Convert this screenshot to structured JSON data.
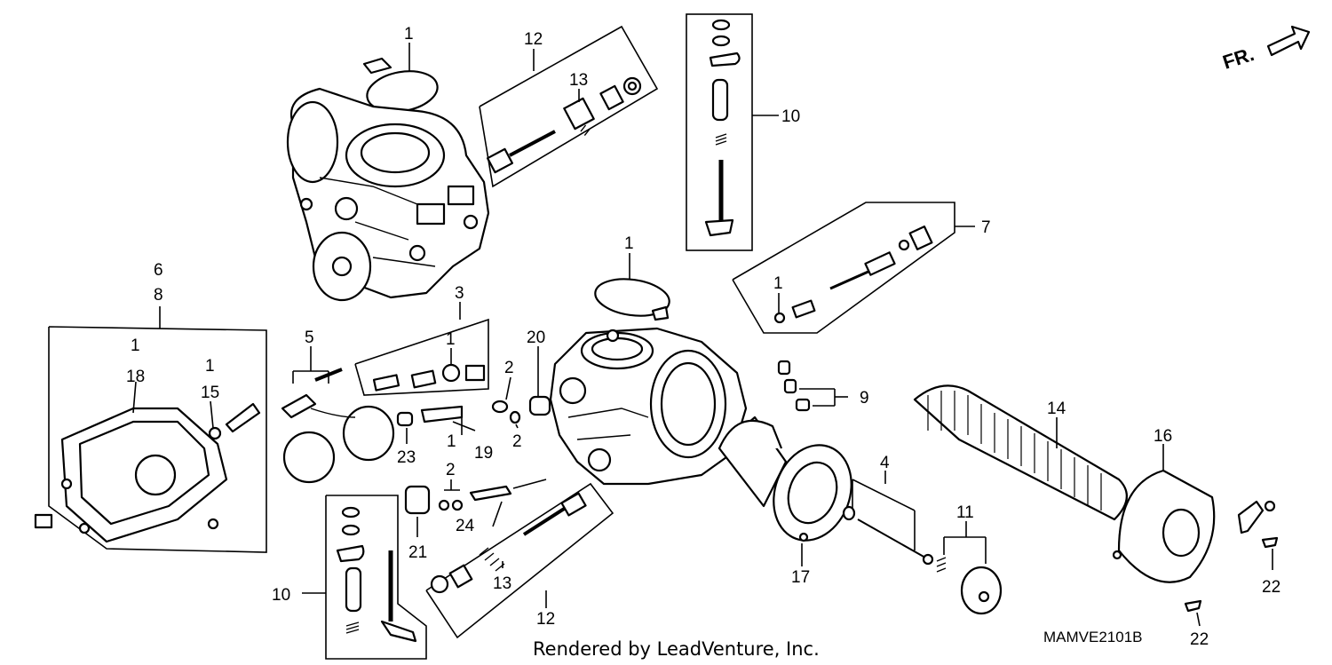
{
  "callouts": {
    "c1a": "1",
    "c12a": "12",
    "c13a": "13",
    "c10a": "10",
    "c7": "7",
    "c1b": "1",
    "c1c": "1",
    "c6": "6",
    "c8": "8",
    "c1d": "1",
    "c18": "18",
    "c1e": "1",
    "c15": "15",
    "c5": "5",
    "c3": "3",
    "c1f": "1",
    "c2a": "2",
    "c20": "20",
    "c9": "9",
    "c14": "14",
    "c16": "16",
    "c23": "23",
    "c1g": "1",
    "c19": "19",
    "c2b": "2",
    "c2c": "2",
    "c24": "24",
    "c21": "21",
    "c4": "4",
    "c11": "11",
    "c10b": "10",
    "c13b": "13",
    "c12b": "12",
    "c17": "17",
    "c22a": "22",
    "c22b": "22"
  },
  "direction_label": "FR.",
  "credit": "Rendered by LeadVenture, Inc.",
  "diagram_code": "MAMVE2101B"
}
